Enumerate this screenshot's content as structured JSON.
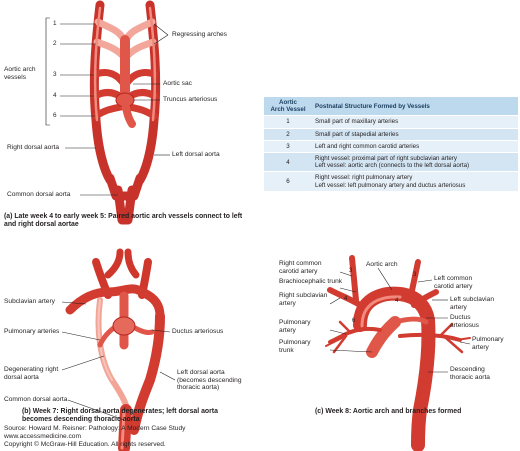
{
  "panel_a": {
    "labels": {
      "regressing_arches": "Regressing arches",
      "aortic_arch_vessels": "Aortic arch\nvessels",
      "aortic_sac": "Aortic sac",
      "truncus_arteriosus": "Truncus arteriosus",
      "right_dorsal_aorta": "Right dorsal aorta",
      "left_dorsal_aorta": "Left dorsal aorta",
      "common_dorsal_aorta": "Common dorsal aorta"
    },
    "arch_numbers": [
      "1",
      "2",
      "3",
      "4",
      "6"
    ],
    "caption_bold": "(a) Late week 4 to early week 5:",
    "caption_rest": " Paired aortic arch vessels connect to left and right dorsal aortae"
  },
  "table": {
    "header_col1": "Aortic\nArch Vessel",
    "header_col2": "Postnatal Structure Formed by Vessels",
    "rows": [
      {
        "vessel": "1",
        "structure": "Small part of maxillary arteries"
      },
      {
        "vessel": "2",
        "structure": "Small part of stapedial arteries"
      },
      {
        "vessel": "3",
        "structure": "Left and right common carotid arteries"
      },
      {
        "vessel": "4",
        "structure": "Right vessel: proximal part of right subclavian artery\nLeft vessel: aortic arch (connects to the left dorsal aorta)"
      },
      {
        "vessel": "6",
        "structure": "Right vessel: right pulmonary artery\nLeft vessel: left pulmonary artery and ductus arteriosus"
      }
    ]
  },
  "panel_b": {
    "labels": {
      "subclavian_artery": "Subclavian artery",
      "pulmonary_arteries": "Pulmonary arteries",
      "degenerating_right": "Degenerating right\ndorsal aorta",
      "common_dorsal_aorta": "Common dorsal aorta",
      "ductus_arteriosus": "Ductus arteriosus",
      "left_dorsal_aorta": "Left dorsal aorta\n(becomes descending\nthoracic aorta)"
    },
    "caption_bold": "(b) Week 7:",
    "caption_rest": " Right dorsal aorta degenerates; left dorsal aorta becomes descending thoracic aorta"
  },
  "panel_c": {
    "labels": {
      "right_common_carotid": "Right common\ncarotid artery",
      "brachiocephalic_trunk": "Brachiocephalic trunk",
      "aortic_arch": "Aortic arch",
      "right_subclavian": "Right subclavian\nartery",
      "pulmonary_artery_left_side": "Pulmonary\nartery",
      "pulmonary_trunk": "Pulmonary\ntrunk",
      "left_common_carotid": "Left common\ncarotid artery",
      "left_subclavian": "Left subclavian\nartery",
      "ductus_arteriosus": "Ductus\narteriosus",
      "pulmonary_artery_right_side": "Pulmonary\nartery",
      "descending_thoracic_aorta": "Descending\nthoracic aorta"
    },
    "caption_bold": "(c) Week 8:",
    "caption_rest": " Aortic arch and branches formed"
  },
  "source": {
    "line1": "Source: Howard M. Reisner: Pathology: A Modern Case Study",
    "line2": "www.accessmedicine.com",
    "line3": "Copyright © McGraw-Hill Education.  All rights reserved."
  },
  "colors": {
    "vessel_red": "#d7392f",
    "vessel_light": "#ef7d6f",
    "table_header": "#bdd9ee",
    "table_row": "#e6f0f8"
  }
}
